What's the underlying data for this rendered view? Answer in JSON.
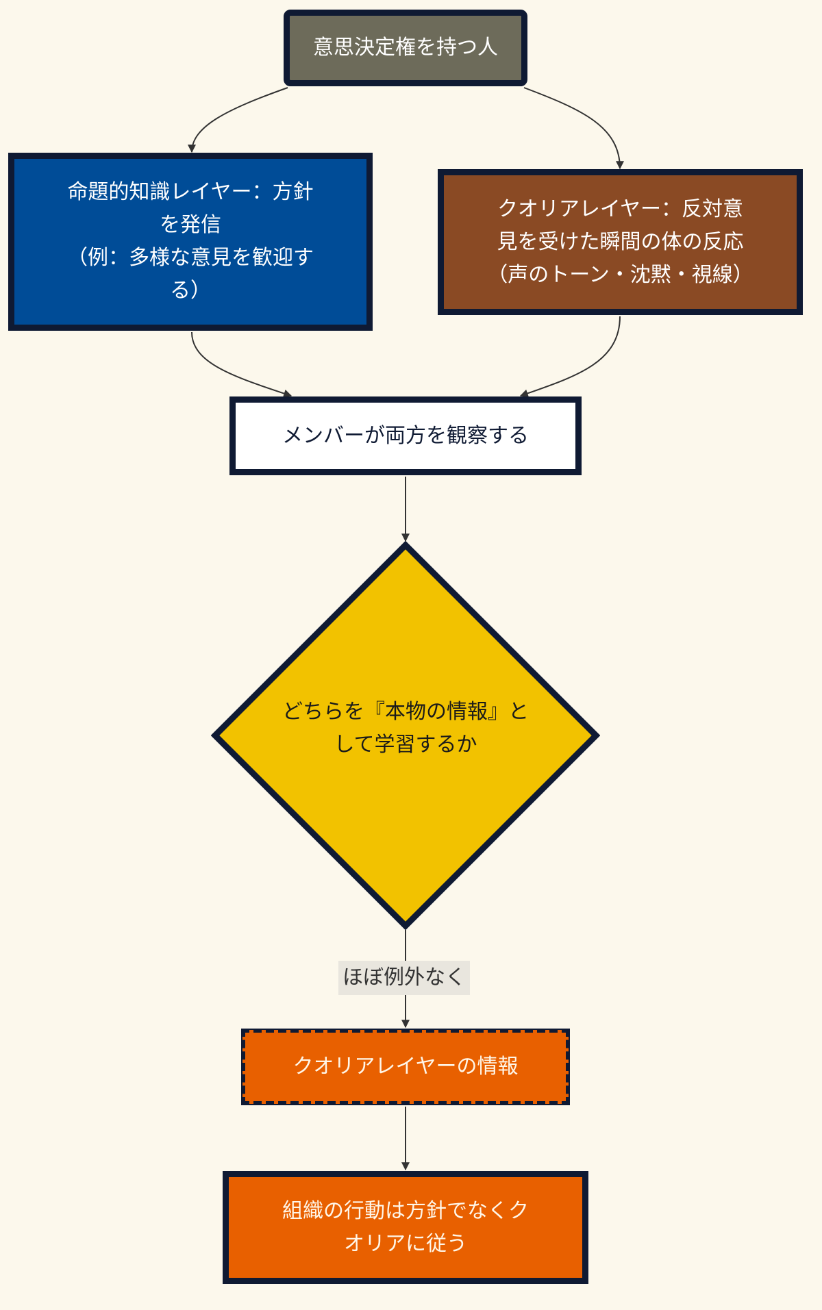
{
  "diagram": {
    "type": "flowchart",
    "nodes": {
      "root": {
        "label": "意思決定権を持つ人"
      },
      "propositional": {
        "lines": [
          "命題的知識レイヤー：方針",
          "を発信",
          "（例：多様な意見を歓迎す",
          "る）"
        ]
      },
      "qualia_layer": {
        "lines": [
          "クオリアレイヤー：反対意",
          "見を受けた瞬間の体の反応",
          "（声のトーン・沈黙・視線）"
        ]
      },
      "observe": {
        "label": "メンバーが両方を観察する"
      },
      "decision": {
        "lines": [
          "どちらを『本物の情報』と",
          "して学習するか"
        ]
      },
      "qualia_info": {
        "label": "クオリアレイヤーの情報"
      },
      "result": {
        "lines": [
          "組織の行動は方針でなくク",
          "オリアに従う"
        ]
      }
    },
    "edges": [
      {
        "from": "root",
        "to": "propositional",
        "label": ""
      },
      {
        "from": "root",
        "to": "qualia_layer",
        "label": ""
      },
      {
        "from": "propositional",
        "to": "observe",
        "label": ""
      },
      {
        "from": "qualia_layer",
        "to": "observe",
        "label": ""
      },
      {
        "from": "observe",
        "to": "decision",
        "label": ""
      },
      {
        "from": "decision",
        "to": "qualia_info",
        "label": "ほぼ例外なく"
      },
      {
        "from": "qualia_info",
        "to": "result",
        "label": ""
      }
    ]
  },
  "colors": {
    "background": "#fcf8ec",
    "root_fill": "#6d6b5a",
    "propositional_fill": "#004c97",
    "qualia_layer_fill": "#8a4a24",
    "observe_fill": "#ffffff",
    "decision_fill": "#f2c200",
    "qualia_info_fill": "#e86000",
    "result_fill": "#e86000",
    "border": "#0f1a33",
    "edge": "#333333"
  }
}
